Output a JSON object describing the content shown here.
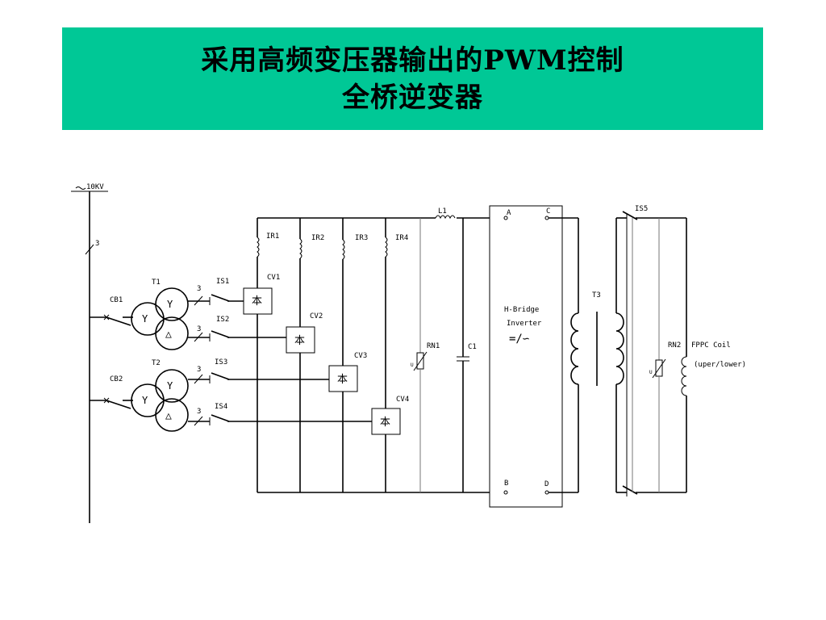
{
  "slide": {
    "title_line1": "采用高频变压器输出的PWM控制",
    "title_line2": "全桥逆变器",
    "banner_color": "#00c896"
  },
  "diagram": {
    "source_label": "10KV",
    "phase_count": "3",
    "breakers": [
      "CB1",
      "CB2"
    ],
    "transformers": [
      "T1",
      "T2"
    ],
    "isolators": [
      "IS1",
      "IS2",
      "IS3",
      "IS4"
    ],
    "converters": [
      "CV1",
      "CV2",
      "CV3",
      "CV4"
    ],
    "reactors": [
      "IR1",
      "IR2",
      "IR3",
      "IR4"
    ],
    "filter_inductor": "L1",
    "resistor_1": "RN1",
    "capacitor_1": "C1",
    "bridge_nodes": {
      "a": "A",
      "b": "B",
      "c": "C",
      "d": "D"
    },
    "bridge_label_1": "H-Bridge",
    "bridge_label_2": "Inverter",
    "output_transformer": "T3",
    "output_switch": "IS5",
    "resistor_2": "RN2",
    "coil_label": "FPPC Coil",
    "coil_sublabel": "(uper/lower)",
    "symbols": {
      "wye": "Y",
      "delta": "△",
      "rectifier": "本",
      "dc_ac": "=/∽",
      "varistor_u": "U"
    },
    "icons": {
      "rectifier": "diode-bridge-icon",
      "transformer": "three-winding-transformer-icon",
      "inductor": "inductor-icon",
      "capacitor": "capacitor-icon",
      "varistor": "varistor-icon"
    }
  }
}
